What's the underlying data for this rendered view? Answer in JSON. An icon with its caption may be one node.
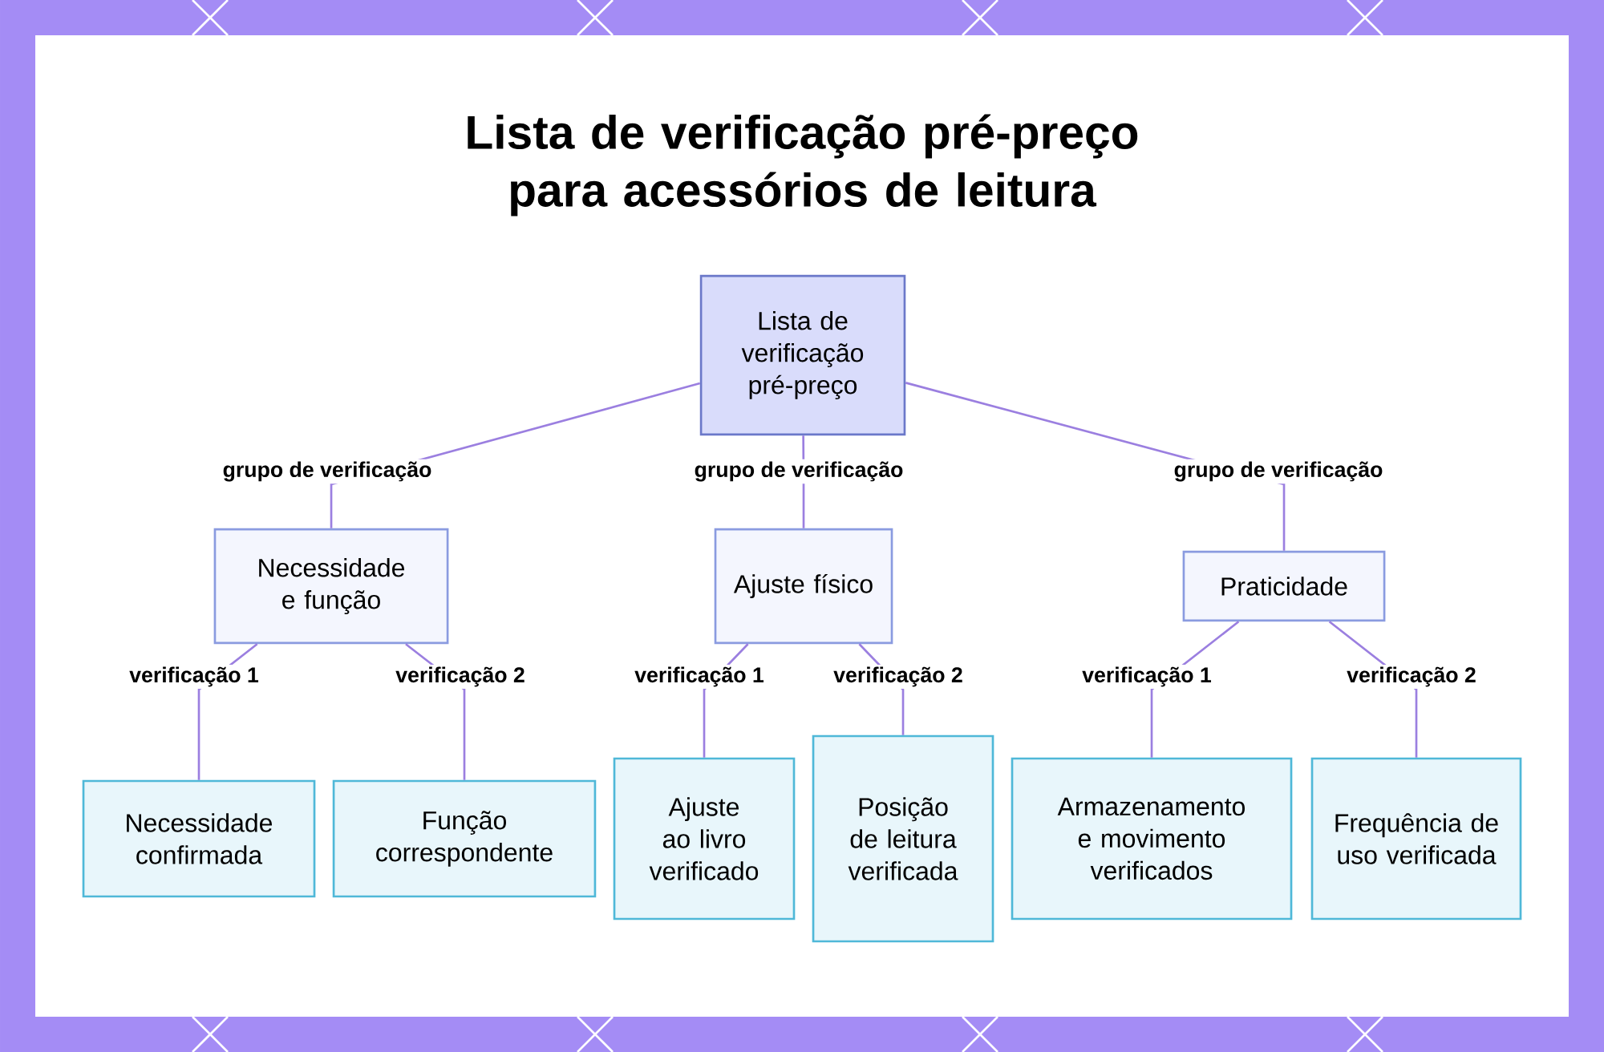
{
  "diagram": {
    "title": "Lista de verificação pré-preço para acessórios de leitura",
    "nodes": [
      {
        "text": [
          "Lista de verificação pré-preço"
        ]
      },
      {
        "text": [
          "Necessidade e função"
        ]
      },
      {
        "text": [
          "Ajuste físico"
        ]
      },
      {
        "text": [
          "Praticidade"
        ]
      },
      {
        "text": [
          "Necessidade confirmada"
        ]
      },
      {
        "text": [
          "Função correspondente"
        ]
      },
      {
        "text": [
          "Ajuste ao livro verificado"
        ]
      },
      {
        "text": [
          "Posição de leitura verificada"
        ]
      },
      {
        "text": [
          "Armazenamento e movimento verificados"
        ]
      },
      {
        "text": [
          "Frequência de uso verificada"
        ]
      }
    ],
    "edges": [
      {
        "from": 0,
        "to": 1,
        "arrow": "none",
        "label": "grupo de verificação"
      },
      {
        "from": 0,
        "to": 2,
        "arrow": "none",
        "label": "grupo de verificação"
      },
      {
        "from": 0,
        "to": 3,
        "arrow": "none",
        "label": "grupo de verificação"
      },
      {
        "from": 1,
        "to": 4,
        "arrow": "none",
        "label": "verificação 1"
      },
      {
        "from": 1,
        "to": 5,
        "arrow": "none",
        "label": "verificação 2"
      },
      {
        "from": 2,
        "to": 6,
        "arrow": "none",
        "label": "verificação 1"
      },
      {
        "from": 2,
        "to": 7,
        "arrow": "none",
        "label": "verificação 2"
      },
      {
        "from": 3,
        "to": 8,
        "arrow": "none",
        "label": "verificação 1"
      },
      {
        "from": 3,
        "to": 9,
        "arrow": "none",
        "label": "verificação 2"
      }
    ]
  }
}
